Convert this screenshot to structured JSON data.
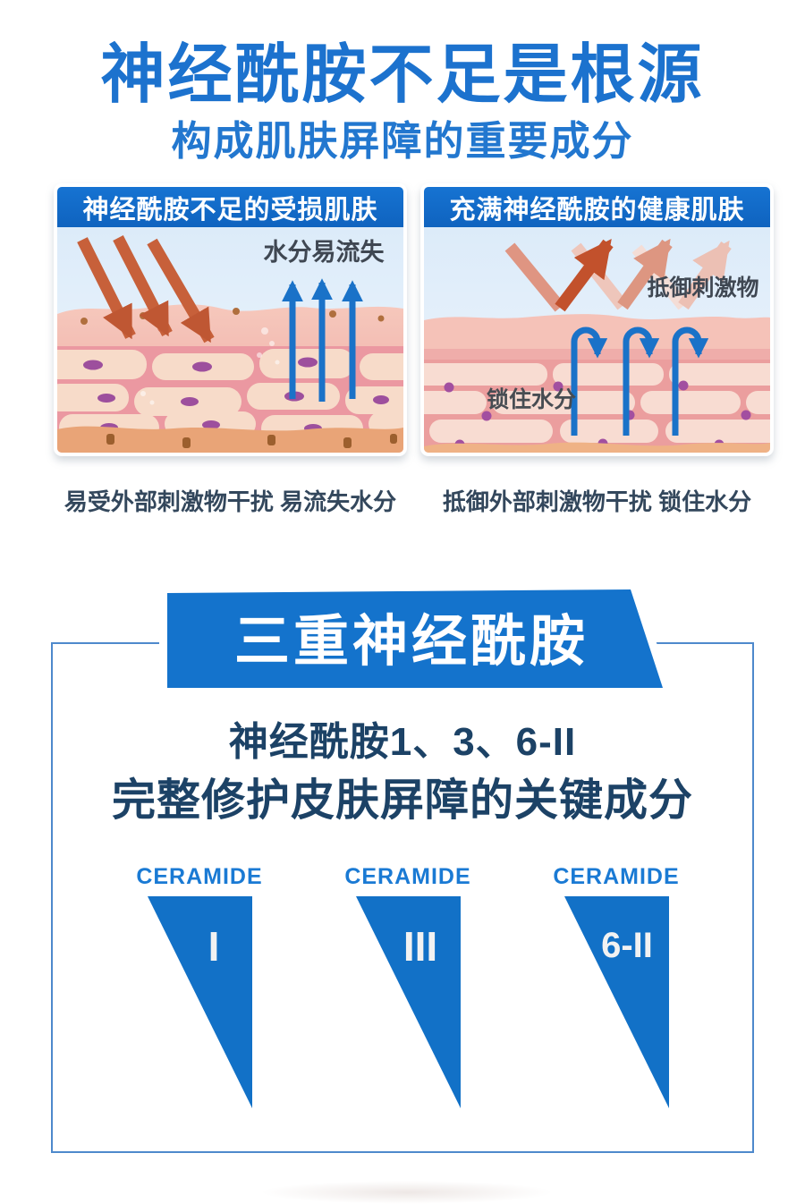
{
  "header": {
    "title": "神经酰胺不足是根源",
    "subtitle": "构成肌肤屏障的重要成分"
  },
  "comparison": {
    "damaged": {
      "header": "神经酰胺不足的受损肌肤",
      "moisture_label": "水分易流失",
      "caption": "易受外部刺激物干扰 易流失水分"
    },
    "healthy": {
      "header": "充满神经酰胺的健康肌肤",
      "irritant_label": "抵御刺激物",
      "moisture_label": "锁住水分",
      "caption": "抵御外部刺激物干扰 锁住水分"
    }
  },
  "triple_ceramide": {
    "banner": "三重神经酰胺",
    "subtitle_line1": "神经酰胺1、3、6-II",
    "subtitle_line2": "完整修护皮肤屏障的关键成分",
    "items": [
      {
        "label": "CERAMIDE",
        "numeral": "I"
      },
      {
        "label": "CERAMIDE",
        "numeral": "III"
      },
      {
        "label": "CERAMIDE",
        "numeral": "6-II"
      }
    ]
  },
  "colors": {
    "title_blue": "#1c72ce",
    "panel_header_blue": "#1267c6",
    "banner_blue": "#1473cc",
    "wedge_blue": "#1271c7",
    "ceramide_label_blue": "#1a7ad4",
    "deep_navy_text": "#1c4266",
    "caption_text": "#33475c",
    "irritant_arrow_red": "#c7603a",
    "moisture_arrow_blue": "#1a72c8",
    "box_border_blue": "#4e89cc"
  }
}
